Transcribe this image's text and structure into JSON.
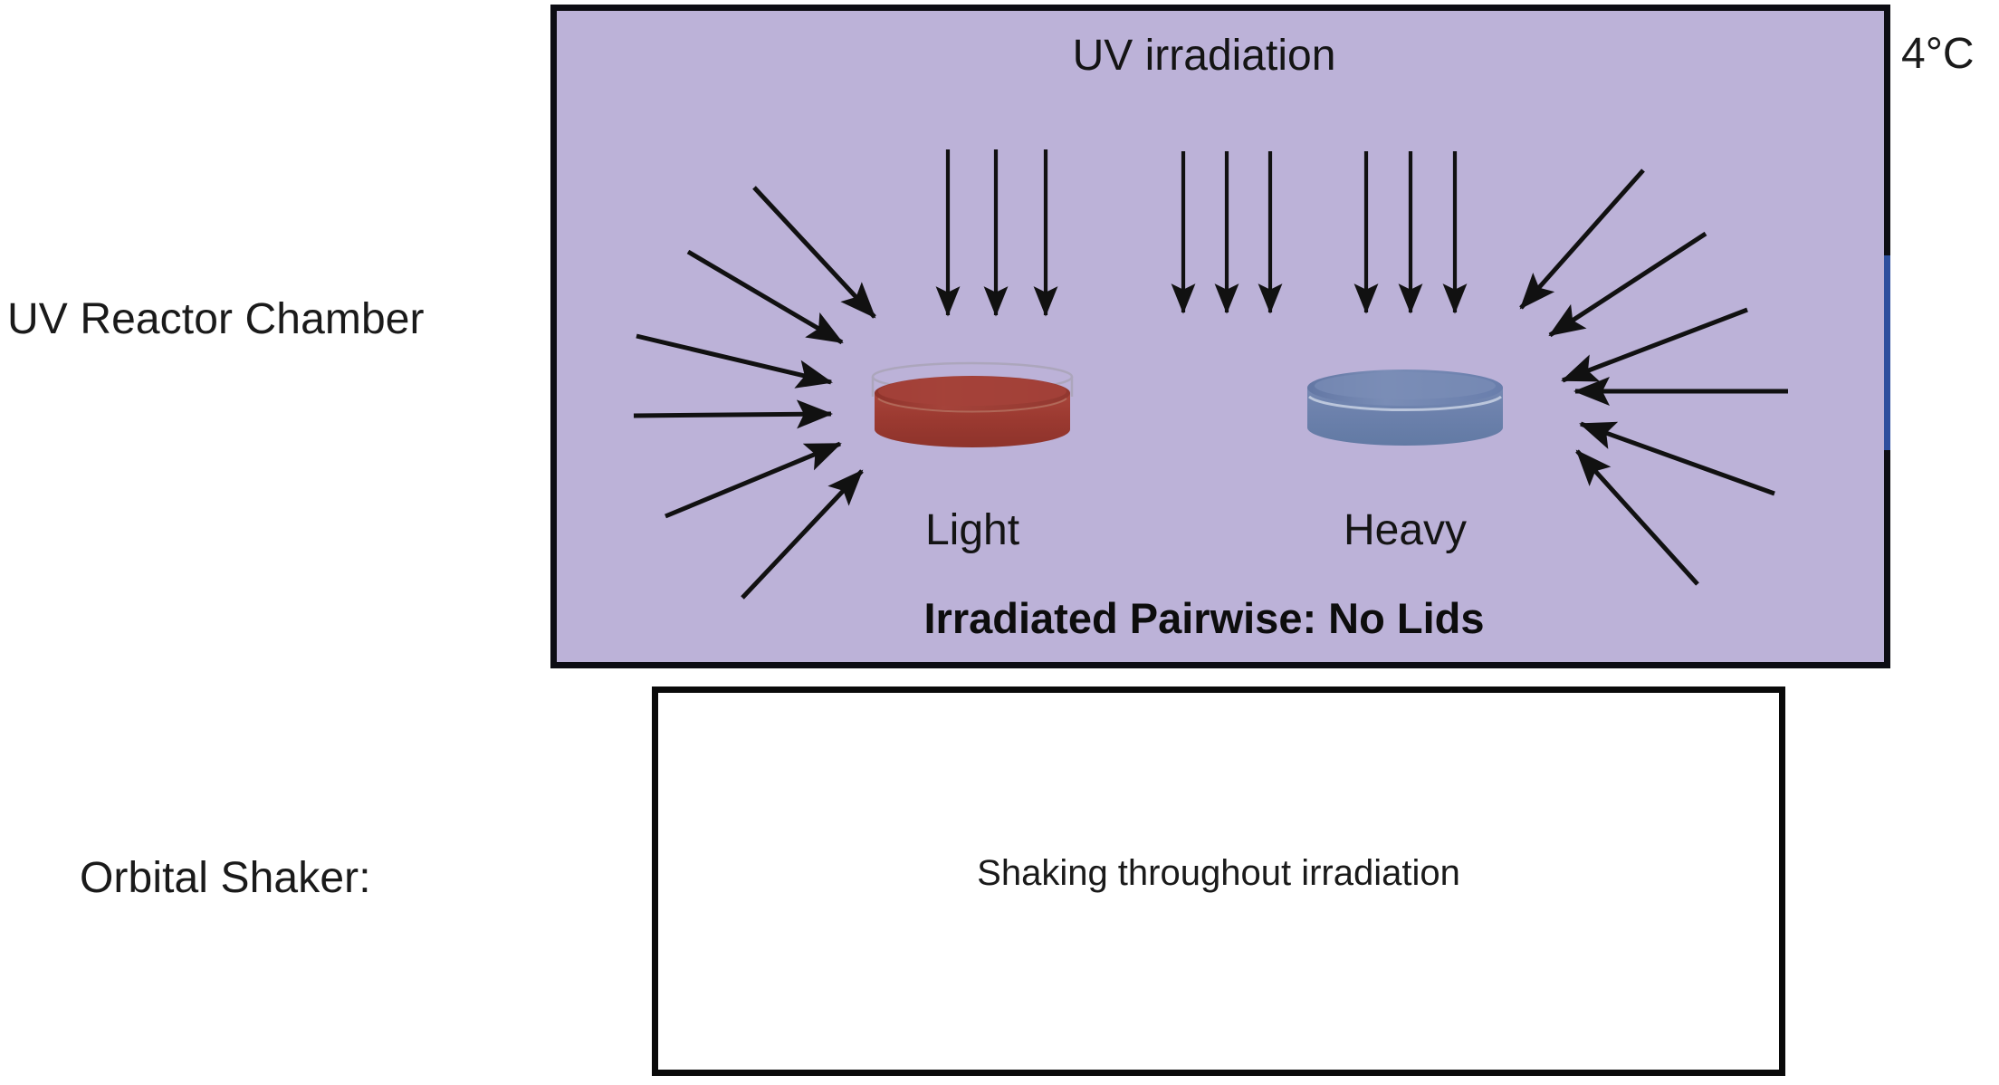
{
  "labels": {
    "reactor_chamber": "UV Reactor Chamber",
    "orbital_shaker": "Orbital Shaker:"
  },
  "chamber": {
    "title": "UV irradiation",
    "temperature": "4°C",
    "footer_note": "Irradiated Pairwise: No Lids",
    "fill_color": "#BCB2D8",
    "border_color": "#0D0D14",
    "handle_color": "#2E4F9E"
  },
  "dishes": [
    {
      "caption": "Light",
      "color": "#9E3B32",
      "rim_color": "#C9C4D8",
      "has_lid_rim": true
    },
    {
      "caption": "Heavy",
      "color": "#6B80AB",
      "rim_color": "#C9D2E4",
      "has_lid_rim": false
    }
  ],
  "shaker": {
    "text": "Shaking throughout irradiation",
    "fill_color": "#FFFFFF",
    "border_color": "#0A0A0A"
  },
  "arrows": {
    "vertical_groups": 3,
    "arrows_per_vertical_group": 3,
    "radial_left_count": 6,
    "radial_right_count": 6,
    "color": "#111111"
  }
}
